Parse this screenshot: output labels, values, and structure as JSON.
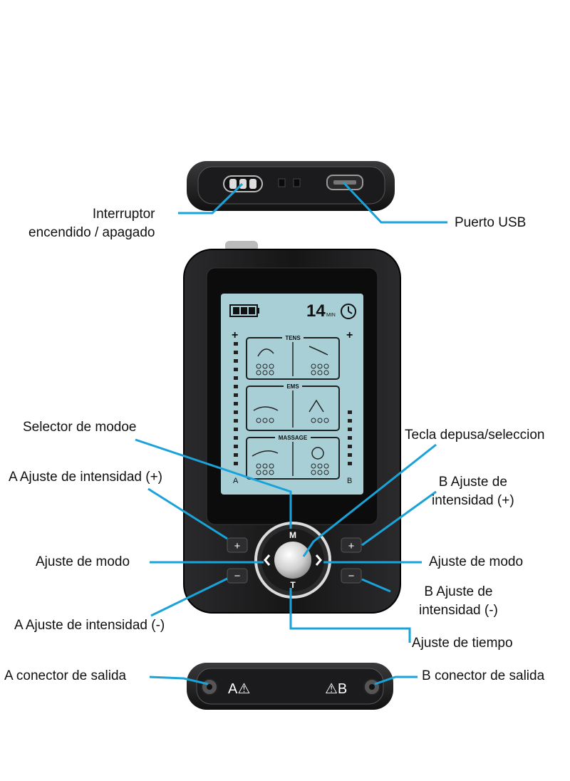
{
  "labels": {
    "power_switch_line1": "Interruptor",
    "power_switch_line2": "encendido / apagado",
    "usb_port": "Puerto USB",
    "mode_selector": "Selector de modoe",
    "pause_key": "Tecla depusa/seleccion",
    "a_intensity_up": "A Ajuste de intensidad (+)",
    "b_intensity_up_line1": "B Ajuste de",
    "b_intensity_up_line2": "intensidad (+)",
    "mode_left": "Ajuste de modo",
    "mode_right": "Ajuste de modo",
    "b_intensity_down_line1": "B Ajuste de",
    "b_intensity_down_line2": "intensidad (-)",
    "a_intensity_down": "A Ajuste de intensidad (-)",
    "time_adjust": "Ajuste de tiempo",
    "a_connector": "A conector de salida",
    "b_connector": "B conector de salida"
  },
  "device": {
    "timer_value": "14",
    "timer_unit": "MIN",
    "section_tens": "TENS",
    "section_ems": "EMS",
    "section_massage": "MASSAGE",
    "channel_a": "A",
    "channel_b": "B",
    "plus": "+",
    "key_m": "M",
    "key_t": "T",
    "key_plus": "+",
    "key_minus": "−",
    "jack_a": "A⚠",
    "jack_b": "⚠B"
  },
  "colors": {
    "callout": "#1aa3d9",
    "lcd": "#a9cfd6",
    "device_body": "#1c1c1e"
  }
}
